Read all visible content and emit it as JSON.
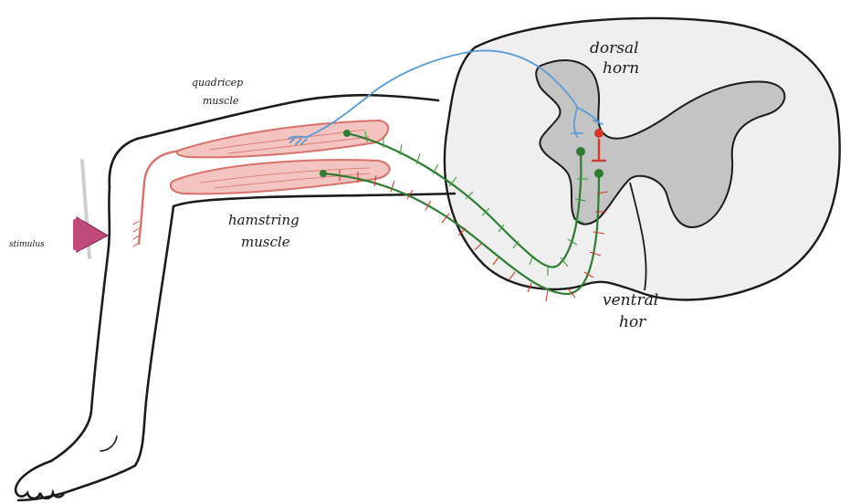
{
  "labels": {
    "dorsal_line1": "dorsal",
    "dorsal_line2": "horn",
    "quad_line1": "quadricep",
    "quad_line2": "muscle",
    "ham_line1": "hamstring",
    "ham_line2": "muscle",
    "ventral_line1": "ventral",
    "ventral_line2": "hor",
    "stimulus": "stimulus"
  },
  "colors": {
    "sensory": "#5b9bd5",
    "motor": "#2e7d32",
    "inhibitory": "#d23a2c",
    "muscle_fill": "#f3c4c0",
    "muscle_stroke": "#d9716b",
    "cord_fill": "#efefef",
    "gray_matter": "#c4c4c4",
    "stimulus": "#c04a7a"
  }
}
